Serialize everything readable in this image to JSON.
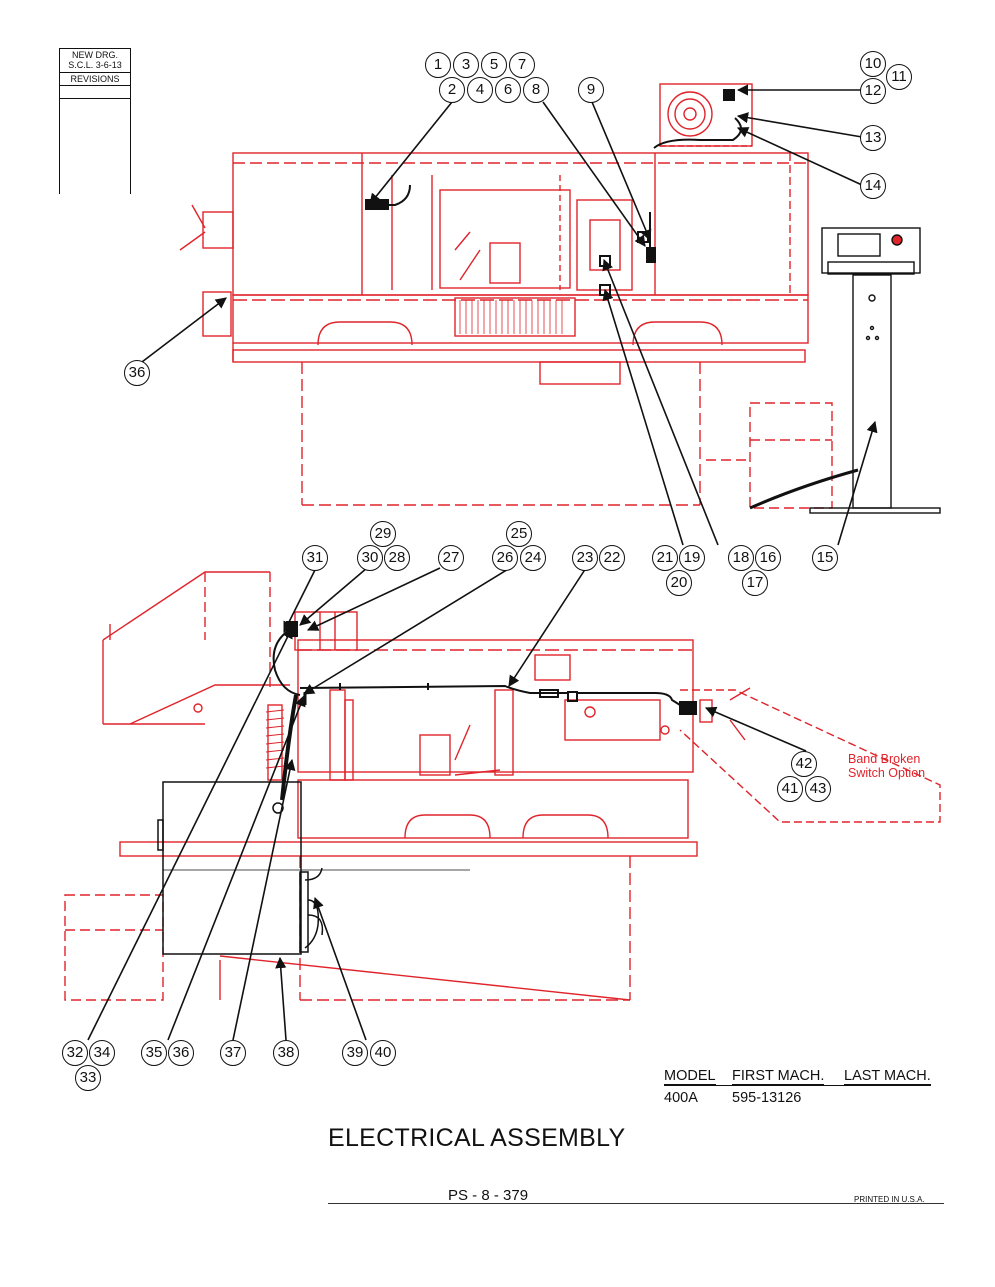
{
  "revisions": {
    "drawing_note": "NEW DRG.",
    "date_note": "S.C.L. 3-6-13",
    "label": "REVISIONS"
  },
  "callouts": {
    "c1": "1",
    "c3": "3",
    "c5": "5",
    "c7": "7",
    "c2": "2",
    "c4": "4",
    "c6": "6",
    "c8": "8",
    "c9": "9",
    "c10": "10",
    "c11": "11",
    "c12": "12",
    "c13": "13",
    "c14": "14",
    "c36a": "36",
    "c29": "29",
    "c25": "25",
    "c31": "31",
    "c30": "30",
    "c28": "28",
    "c27": "27",
    "c26": "26",
    "c24": "24",
    "c23": "23",
    "c22": "22",
    "c21": "21",
    "c19": "19",
    "c18": "18",
    "c16": "16",
    "c15": "15",
    "c20": "20",
    "c17": "17",
    "c42": "42",
    "c41": "41",
    "c43": "43",
    "c32": "32",
    "c34": "34",
    "c35": "35",
    "c36b": "36",
    "c37": "37",
    "c38": "38",
    "c39": "39",
    "c40": "40",
    "c33": "33"
  },
  "option_note": {
    "line1": "Band Broken",
    "line2": "Switch Option"
  },
  "model_table": {
    "headers": [
      "MODEL",
      "FIRST MACH.",
      "LAST MACH."
    ],
    "row": [
      "400A",
      "595-13126",
      ""
    ]
  },
  "title": "ELECTRICAL ASSEMBLY",
  "drawing_number": "PS - 8 - 379",
  "printed": "PRINTED IN U.S.A.",
  "colors": {
    "machine_outline": "#e0242b",
    "wiring": "#111111",
    "background": "#ffffff"
  }
}
